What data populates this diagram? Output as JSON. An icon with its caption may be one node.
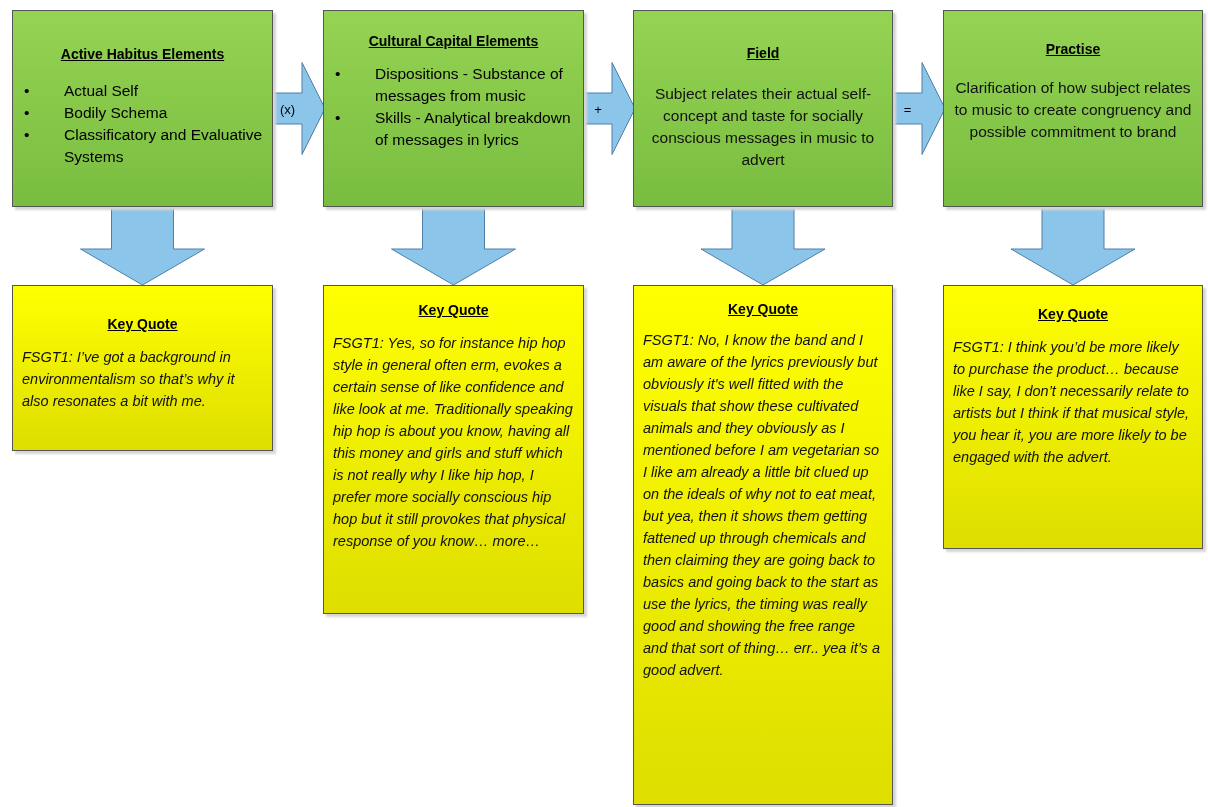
{
  "diagram": {
    "nodes": [
      {
        "text": [
          "Active Habitus Elements",
          "Actual Self",
          "Bodily Schema",
          "Classificatory and Evaluative Systems"
        ]
      },
      {
        "text": [
          "Cultural Capital Elements",
          "Dispositions - Substance of messages from music",
          "Skills - Analytical breakdown of messages in lyrics"
        ]
      },
      {
        "text": [
          "Field",
          "Subject relates their actual self-concept and taste for socially conscious messages in music to advert"
        ]
      },
      {
        "text": [
          "Practise",
          "Clarification of how subject relates to music to create congruency and possible commitment to brand"
        ]
      },
      {
        "text": [
          "Key Quote",
          "FSGT1: I’ve got a background in environmentalism so that’s why it also resonates a bit with me."
        ]
      },
      {
        "text": [
          "Key Quote",
          "FSGT1: Yes, so for instance hip hop style in general often erm, evokes a certain sense of like confidence and like look at me. Traditionally speaking hip hop is about you know, having all this money and girls and stuff which is not really why I like hip hop, I prefer more socially conscious hip hop but it still provokes that physical response of you know… more…"
        ]
      },
      {
        "text": [
          "Key Quote",
          "FSGT1: No, I know the band and I am aware of the lyrics previously but obviously it's well fitted with the visuals that show these cultivated animals and they obviously as I mentioned before I am vegetarian so I like am already a little bit clued up on the ideals of why not to eat meat, but yea, then it shows them getting fattened up through chemicals and then claiming they are going back to basics and going back to the start as use the lyrics, the timing was really good and showing the free range and that sort of thing… err.. yea it’s a good advert."
        ]
      },
      {
        "text": [
          "Key Quote",
          "FSGT1: I think you’d be more likely to purchase the product… because like I say, I don’t necessarily relate to artists but I think if that musical style, you hear it, you are more likely to be engaged with the advert."
        ]
      }
    ],
    "edges": [
      {
        "from": 0,
        "to": 1,
        "arrow": "to",
        "label": "(x)"
      },
      {
        "from": 1,
        "to": 2,
        "arrow": "to",
        "label": "+"
      },
      {
        "from": 2,
        "to": 3,
        "arrow": "to",
        "label": "="
      },
      {
        "from": 0,
        "to": 4,
        "arrow": "to"
      },
      {
        "from": 1,
        "to": 5,
        "arrow": "to"
      },
      {
        "from": 2,
        "to": 6,
        "arrow": "to"
      },
      {
        "from": 3,
        "to": 7,
        "arrow": "to"
      }
    ],
    "labels": [
      "•",
      "•",
      "•",
      "•",
      "•"
    ]
  }
}
